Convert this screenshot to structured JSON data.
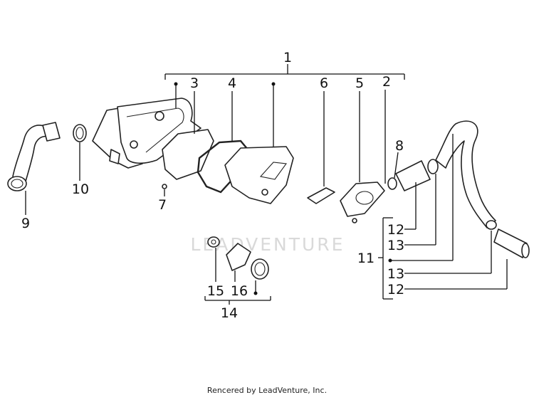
{
  "watermark": "LEADVENTURE",
  "footer": "Rencered by LeadVenture, Inc.",
  "callouts": {
    "c1": "1",
    "c2": "2",
    "c3": "3",
    "c4": "4",
    "c5": "5",
    "c6": "6",
    "c7": "7",
    "c8": "8",
    "c9": "9",
    "c10": "10",
    "c11": "11",
    "c12a": "12",
    "c13a": "13",
    "c13b": "13",
    "c12b": "12",
    "c14": "14",
    "c15": "15",
    "c16": "16"
  }
}
